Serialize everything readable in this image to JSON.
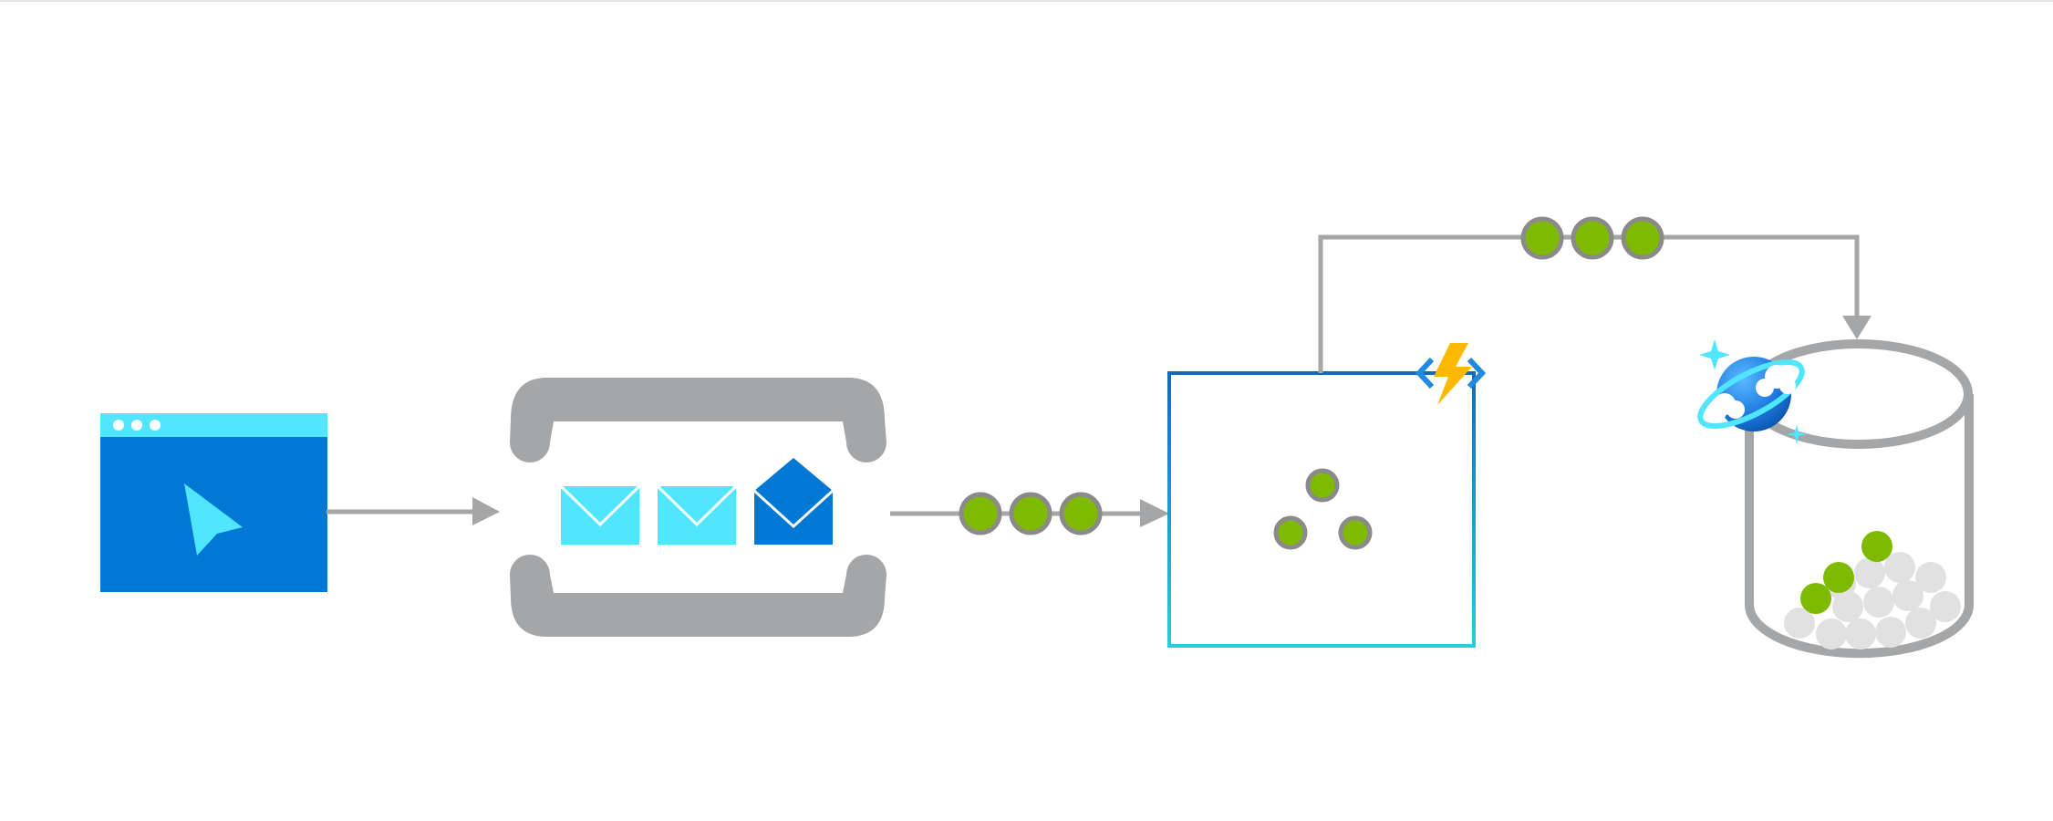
{
  "diagram": {
    "title": "",
    "nodes": [
      {
        "id": "web-app",
        "icon": "browser-cursor-icon",
        "label": ""
      },
      {
        "id": "message-queue",
        "icon": "envelopes-icon",
        "label": ""
      },
      {
        "id": "function",
        "icon": "function-lightning-icon",
        "label": ""
      },
      {
        "id": "database",
        "icon": "cosmos-db-icon",
        "label": ""
      }
    ],
    "edges": [
      {
        "from": "web-app",
        "to": "message-queue",
        "messages": 0
      },
      {
        "from": "message-queue",
        "to": "function",
        "messages": 3
      },
      {
        "from": "function",
        "to": "database",
        "messages": 3
      }
    ],
    "function_messages": 3,
    "database_items": {
      "green": 3,
      "gray": 13
    }
  },
  "colors": {
    "azure_blue": "#0078d4",
    "cyan": "#50e6ff",
    "gray": "#a5a6a8",
    "green": "#7fba00",
    "gray_ball": "#e1e1e1",
    "lightning": "#fcb900",
    "gradient_top": "#0f6cbd",
    "gradient_bottom": "#28cdd8"
  }
}
